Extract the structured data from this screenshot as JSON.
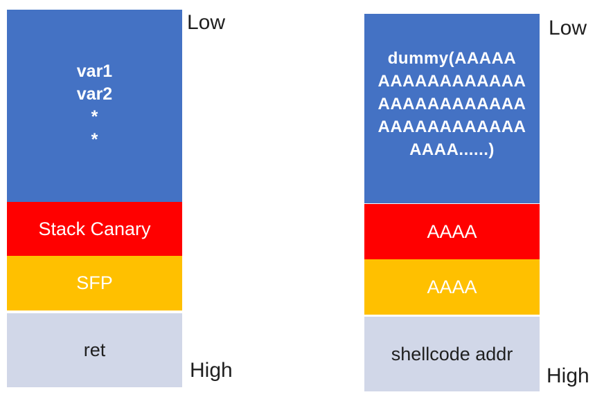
{
  "colors": {
    "blue": "#4472C4",
    "red": "#FF0000",
    "orange": "#FFC000",
    "lavender": "#D1D7E8"
  },
  "stacks": [
    {
      "name": "stack-before-overflow",
      "low_label": "Low",
      "high_label": "High",
      "buffer_lines": [
        "var1",
        "var2",
        "*",
        "*"
      ],
      "canary_label": "Stack Canary",
      "sfp_label": "SFP",
      "ret_label": "ret"
    },
    {
      "name": "stack-after-overflow",
      "low_label": "Low",
      "high_label": "High",
      "buffer_lines": [
        "dummy(AAAAA",
        "AAAAAAAAAAAA",
        "AAAAAAAAAAAA",
        "AAAAAAAAAAAA",
        "AAAA......)"
      ],
      "canary_label": "AAAA",
      "sfp_label": "AAAA",
      "ret_label": "shellcode addr"
    }
  ]
}
